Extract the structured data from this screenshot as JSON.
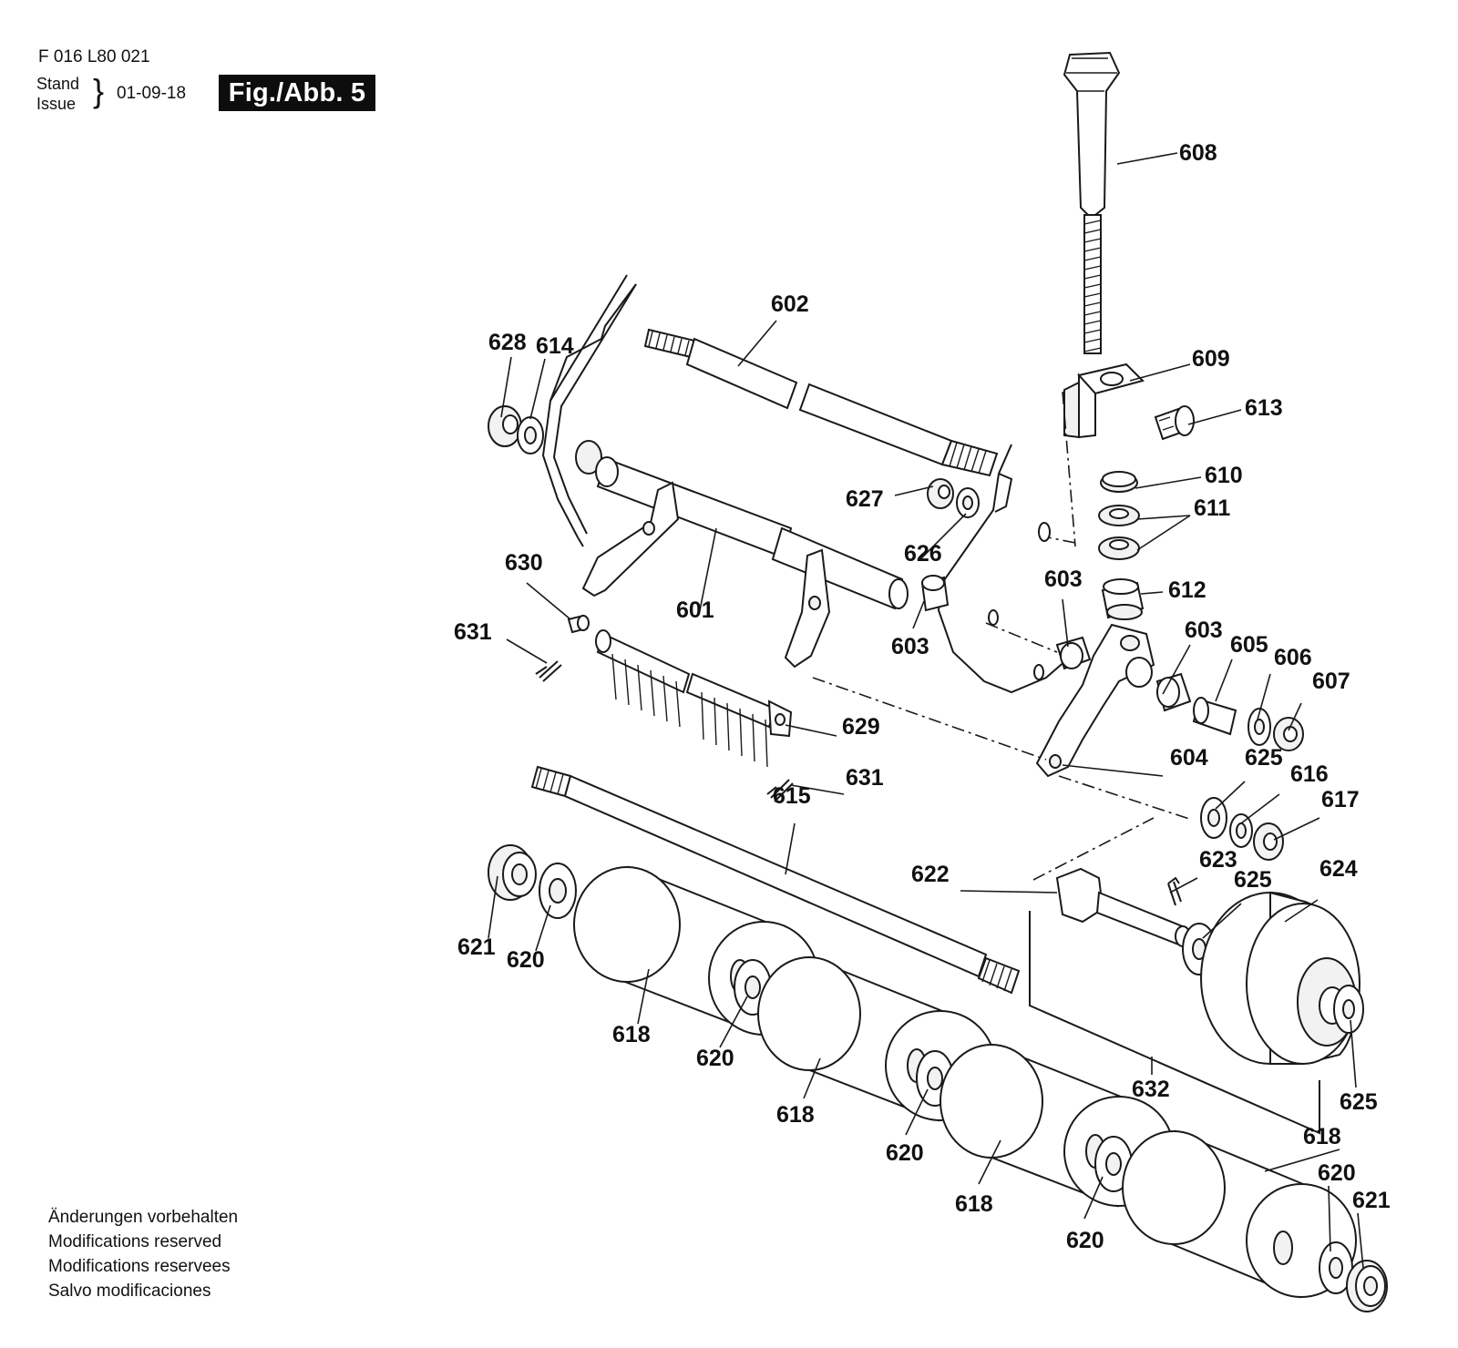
{
  "header": {
    "doc_number": "F 016 L80 021",
    "stand_label": "Stand",
    "issue_label": "Issue",
    "date": "01-09-18",
    "figure_badge": "Fig./Abb. 5"
  },
  "diagram": {
    "part_labels": [
      {
        "id": "lbl-608",
        "text": "608"
      },
      {
        "id": "lbl-602",
        "text": "602"
      },
      {
        "id": "lbl-628",
        "text": "628"
      },
      {
        "id": "lbl-614",
        "text": "614"
      },
      {
        "id": "lbl-609",
        "text": "609"
      },
      {
        "id": "lbl-613",
        "text": "613"
      },
      {
        "id": "lbl-610",
        "text": "610"
      },
      {
        "id": "lbl-611",
        "text": "611"
      },
      {
        "id": "lbl-627",
        "text": "627"
      },
      {
        "id": "lbl-626",
        "text": "626"
      },
      {
        "id": "lbl-630",
        "text": "630"
      },
      {
        "id": "lbl-603a",
        "text": "603"
      },
      {
        "id": "lbl-612",
        "text": "612"
      },
      {
        "id": "lbl-601",
        "text": "601"
      },
      {
        "id": "lbl-631a",
        "text": "631"
      },
      {
        "id": "lbl-603b",
        "text": "603"
      },
      {
        "id": "lbl-603c",
        "text": "603"
      },
      {
        "id": "lbl-605",
        "text": "605"
      },
      {
        "id": "lbl-606",
        "text": "606"
      },
      {
        "id": "lbl-607",
        "text": "607"
      },
      {
        "id": "lbl-629",
        "text": "629"
      },
      {
        "id": "lbl-604",
        "text": "604"
      },
      {
        "id": "lbl-625a",
        "text": "625"
      },
      {
        "id": "lbl-616",
        "text": "616"
      },
      {
        "id": "lbl-631b",
        "text": "631"
      },
      {
        "id": "lbl-615",
        "text": "615"
      },
      {
        "id": "lbl-617",
        "text": "617"
      },
      {
        "id": "lbl-623",
        "text": "623"
      },
      {
        "id": "lbl-622",
        "text": "622"
      },
      {
        "id": "lbl-625b",
        "text": "625"
      },
      {
        "id": "lbl-624",
        "text": "624"
      },
      {
        "id": "lbl-621a",
        "text": "621"
      },
      {
        "id": "lbl-620a",
        "text": "620"
      },
      {
        "id": "lbl-618a",
        "text": "618"
      },
      {
        "id": "lbl-620b",
        "text": "620"
      },
      {
        "id": "lbl-632",
        "text": "632"
      },
      {
        "id": "lbl-625c",
        "text": "625"
      },
      {
        "id": "lbl-618b",
        "text": "618"
      },
      {
        "id": "lbl-620c",
        "text": "620"
      },
      {
        "id": "lbl-618c",
        "text": "618"
      },
      {
        "id": "lbl-618d",
        "text": "618"
      },
      {
        "id": "lbl-620d",
        "text": "620"
      },
      {
        "id": "lbl-621b",
        "text": "621"
      },
      {
        "id": "lbl-620e",
        "text": "620"
      }
    ]
  },
  "footer": {
    "notes": [
      "Änderungen vorbehalten",
      "Modifications reserved",
      "Modifications reservees",
      "Salvo modificaciones"
    ]
  }
}
